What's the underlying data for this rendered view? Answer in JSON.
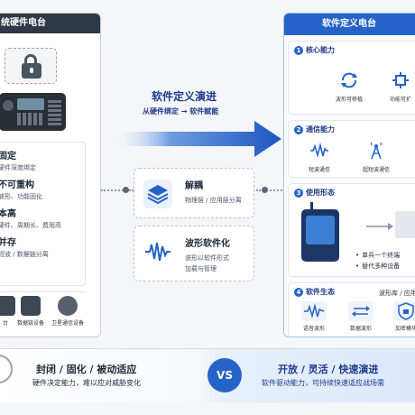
{
  "left_panel": {
    "title": "统硬件电台",
    "items": [
      {
        "head": "固定",
        "sub": "硬件深度绑定"
      },
      {
        "head": "不可重构",
        "sub": "波形、功能固化"
      },
      {
        "head": "本高",
        "sub": "硬件、周期长、费用高"
      },
      {
        "head": "并存",
        "sub": "短波 / 数据链分离"
      }
    ],
    "devices": [
      {
        "caption": "台"
      },
      {
        "caption": "数据链设备"
      },
      {
        "caption": "卫星通信设备"
      }
    ]
  },
  "center": {
    "title": "软件定义演进",
    "subtitle": "从硬件绑定 → 软件赋能",
    "cards": [
      {
        "title": "解耦",
        "lines": [
          "物理层 / 应用层分离"
        ]
      },
      {
        "title": "波形软件化",
        "lines": [
          "波形以软件形式",
          "加载与管理"
        ]
      }
    ]
  },
  "right_panel": {
    "title": "软件定义电台",
    "sections": [
      {
        "num": "1",
        "title": "核心能力",
        "icons": [
          {
            "name": "波形可移植"
          },
          {
            "name": "功能可扩"
          }
        ]
      },
      {
        "num": "2",
        "title": "通信能力",
        "icons": [
          {
            "name": "短波通信"
          },
          {
            "name": "超短波通信"
          }
        ]
      },
      {
        "num": "3",
        "title": "使用形态",
        "bullets": [
          "单兵一个终端",
          "替代多种设备"
        ]
      },
      {
        "num": "4",
        "title": "软件生态",
        "extra": "波形库 / 应用",
        "icons": [
          {
            "name": "语音波形"
          },
          {
            "name": "数据波形"
          },
          {
            "name": "加密模块"
          }
        ]
      }
    ]
  },
  "bottom": {
    "left_title": "封闭 / 固化 / 被动适应",
    "left_sub": "硬件决定能力，难以应对威胁变化",
    "vs": "VS",
    "right_title": "开放 / 灵活 / 快速演进",
    "right_sub": "软件驱动能力，可持续快速适应战场需"
  },
  "colors": {
    "accent": "#2563c9",
    "dark": "#2f3a48",
    "navy": "#1e3a8a"
  }
}
